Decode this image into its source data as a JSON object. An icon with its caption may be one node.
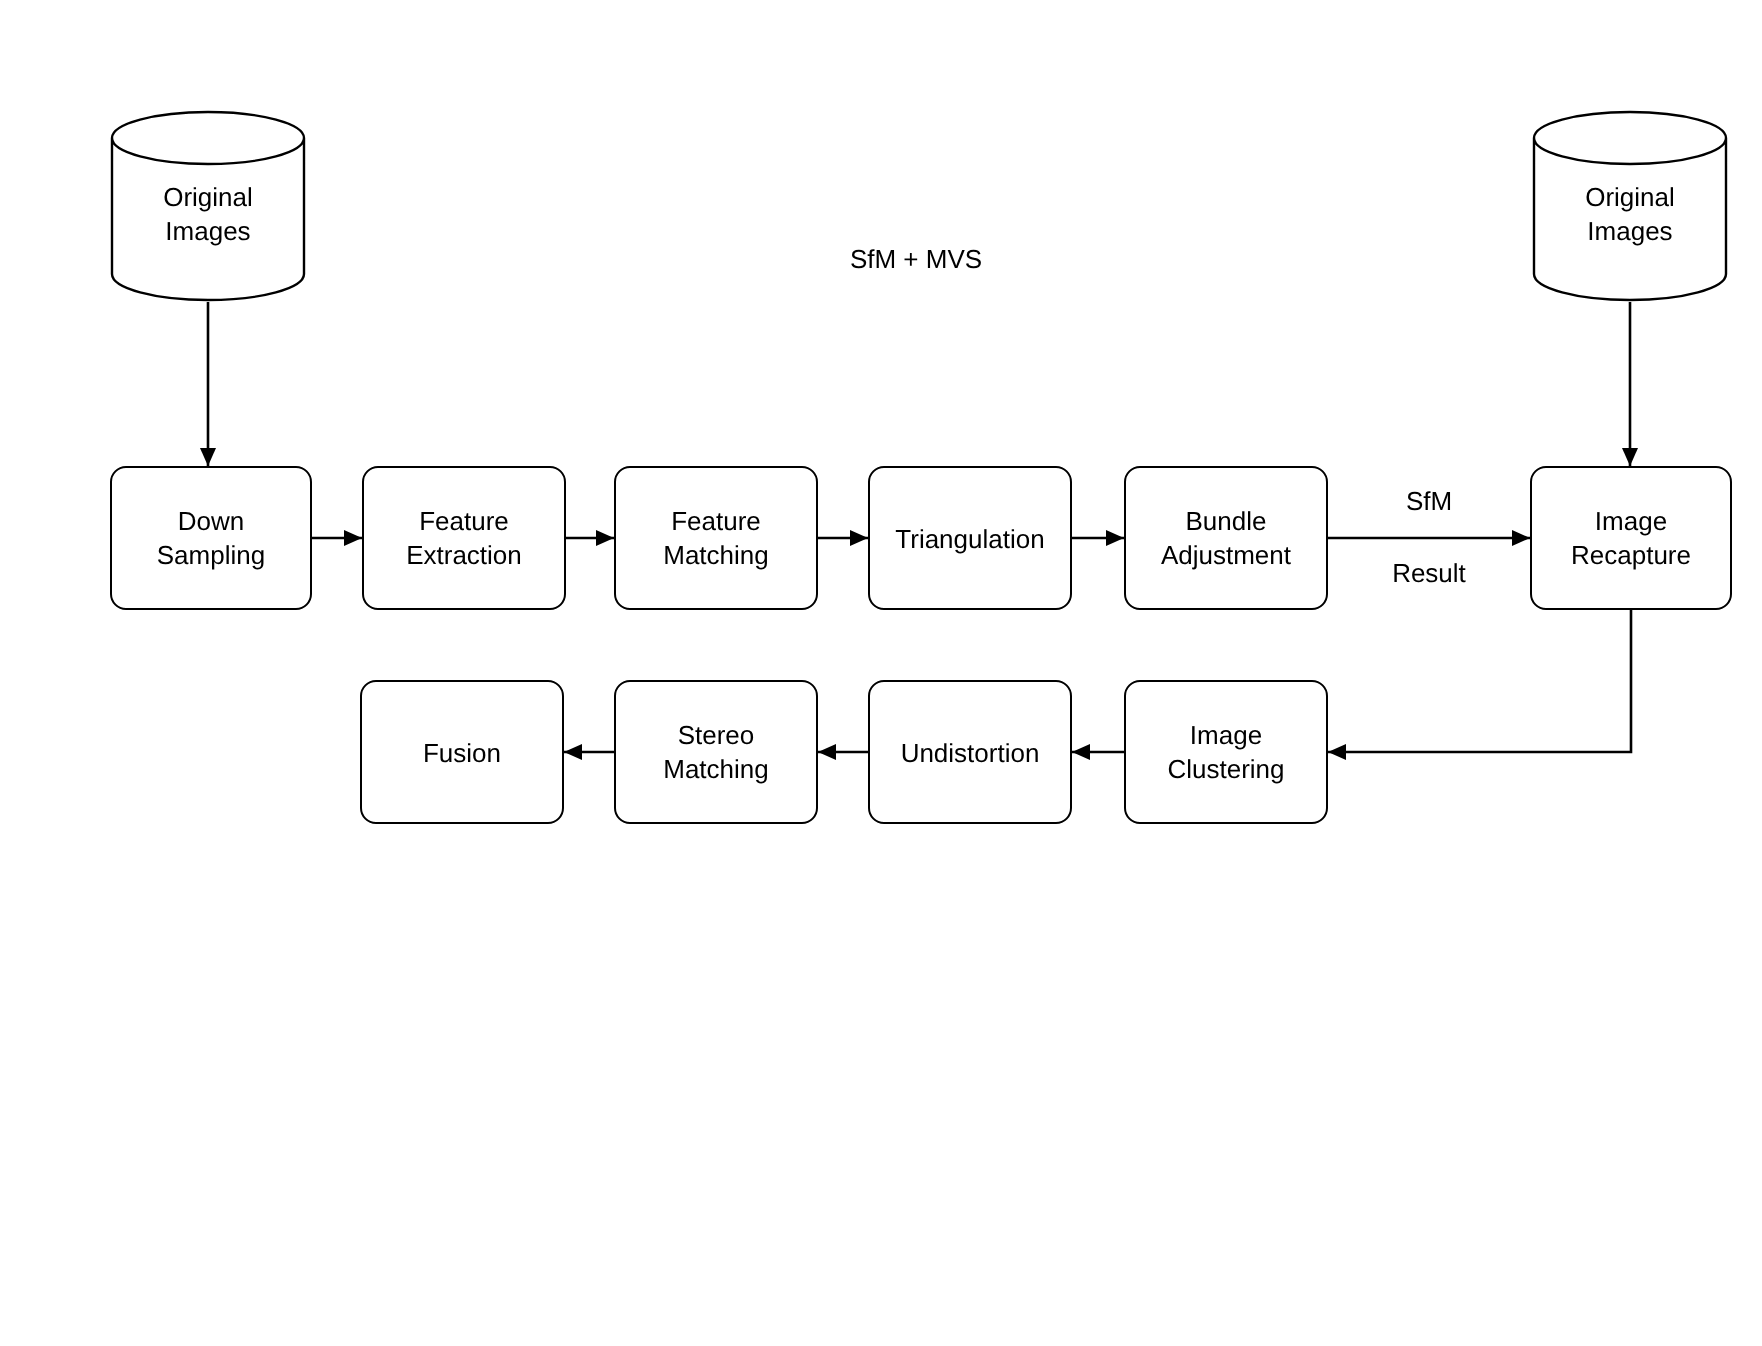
{
  "diagram": {
    "title": "SfM + MVS",
    "nodes": [
      {
        "text": [
          "Original Images"
        ]
      },
      {
        "text": [
          "Original Images"
        ]
      },
      {
        "text": [
          "Down Sampling"
        ]
      },
      {
        "text": [
          "Feature Extraction"
        ]
      },
      {
        "text": [
          "Feature Matching"
        ]
      },
      {
        "text": [
          "Triangulation"
        ]
      },
      {
        "text": [
          "Bundle Adjustment"
        ]
      },
      {
        "text": [
          "Image Recapture"
        ]
      },
      {
        "text": [
          "Image Clustering"
        ]
      },
      {
        "text": [
          "Undistortion"
        ]
      },
      {
        "text": [
          "Stereo Matching"
        ]
      },
      {
        "text": [
          "Fusion"
        ]
      }
    ],
    "edges": [
      {
        "from": 0,
        "to": 2,
        "arrow": "to"
      },
      {
        "from": 2,
        "to": 3,
        "arrow": "to"
      },
      {
        "from": 3,
        "to": 4,
        "arrow": "to"
      },
      {
        "from": 4,
        "to": 5,
        "arrow": "to"
      },
      {
        "from": 5,
        "to": 6,
        "arrow": "to"
      },
      {
        "from": 6,
        "to": 7,
        "arrow": "to",
        "label": "SfM Result"
      },
      {
        "from": 1,
        "to": 7,
        "arrow": "to"
      },
      {
        "from": 7,
        "to": 8,
        "arrow": "to"
      },
      {
        "from": 8,
        "to": 9,
        "arrow": "to"
      },
      {
        "from": 9,
        "to": 10,
        "arrow": "to"
      },
      {
        "from": 10,
        "to": 11,
        "arrow": "to"
      }
    ]
  }
}
